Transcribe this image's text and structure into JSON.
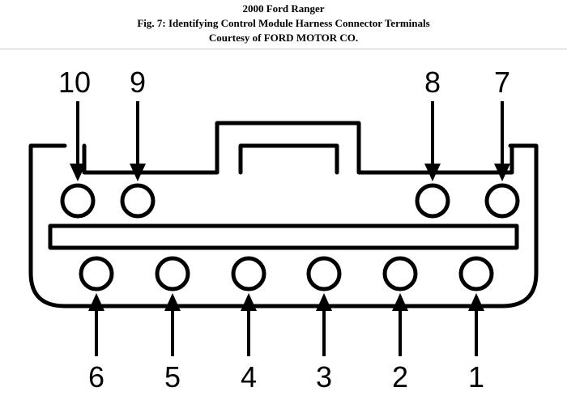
{
  "header": {
    "line1": "2000 Ford Ranger",
    "line2": "Fig. 7: Identifying Control Module Harness Connector Terminals",
    "line3": "Courtesy of FORD MOTOR CO."
  },
  "terminals": {
    "top": [
      "10",
      "9",
      "8",
      "7"
    ],
    "bottom": [
      "6",
      "5",
      "4",
      "3",
      "2",
      "1"
    ]
  }
}
